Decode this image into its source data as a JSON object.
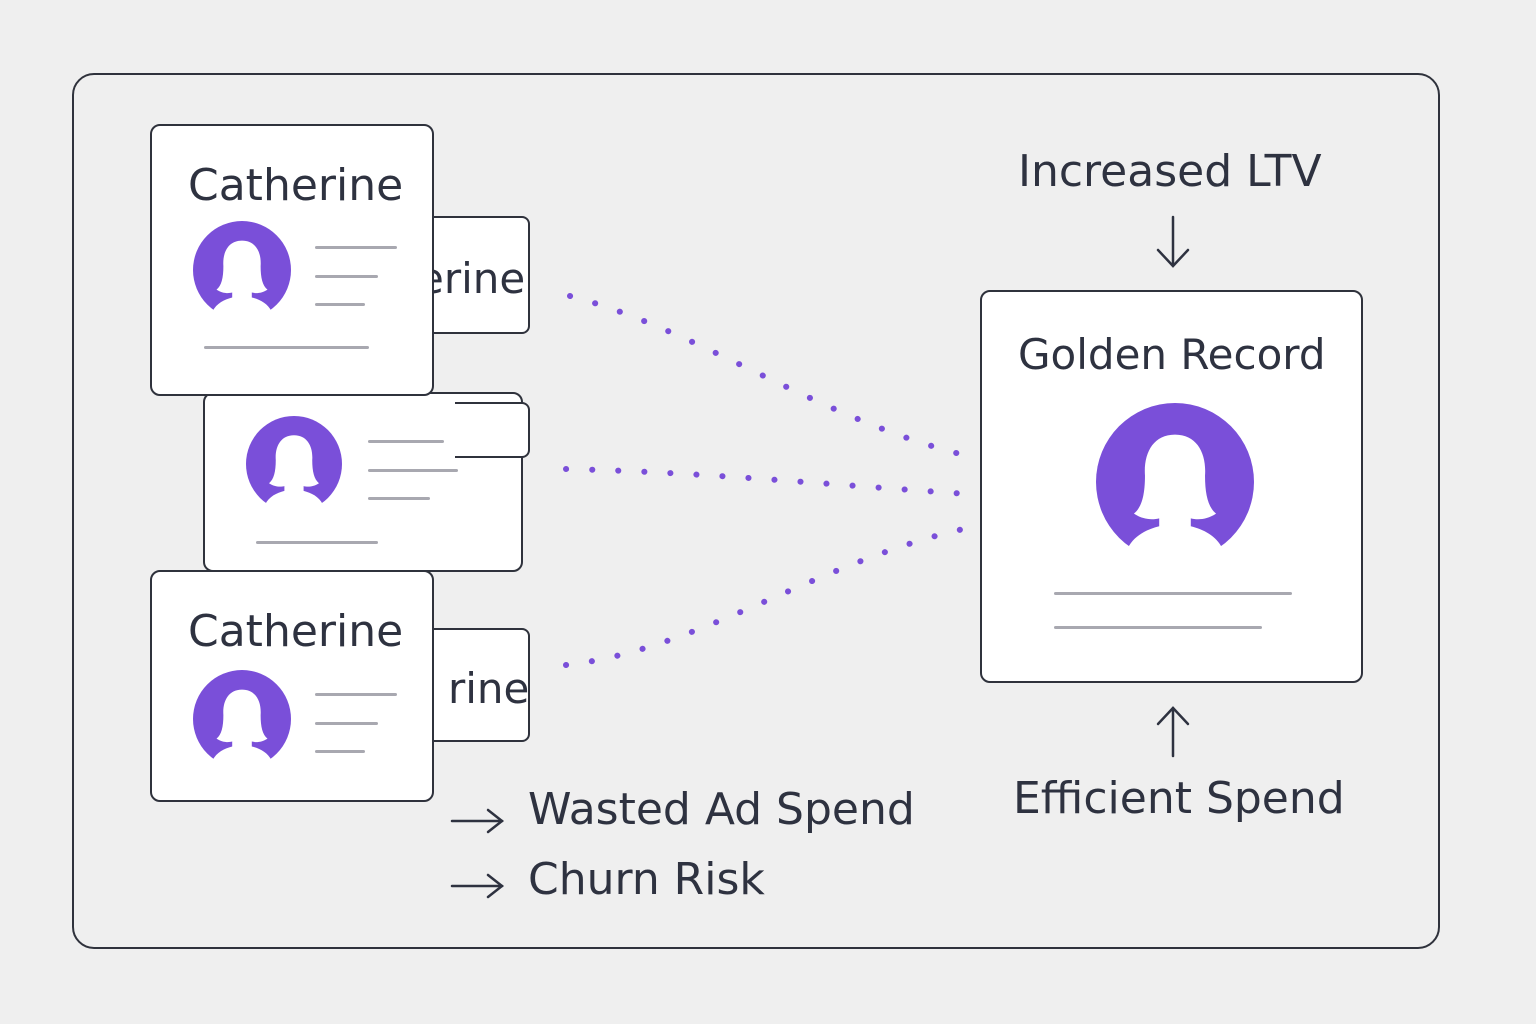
{
  "colors": {
    "accent": "#7a4fd9",
    "ink": "#2e3240",
    "line": "#a8a8b0"
  },
  "duplicates": {
    "card_top_name": "Catherine",
    "card_back_top_partial": "erine",
    "card_bottom_name": "Catherine",
    "card_back_bottom_partial": "rine"
  },
  "golden": {
    "title": "Golden Record",
    "top_label": "Increased LTV",
    "bottom_label": "Efficient Spend"
  },
  "consequences": [
    {
      "label": "Wasted Ad Spend",
      "icon": "arrow-right-icon"
    },
    {
      "label": "Churn Risk",
      "icon": "arrow-right-icon"
    }
  ],
  "icons": {
    "avatar": "user-avatar-icon",
    "down": "arrow-down-icon",
    "up": "arrow-up-icon"
  }
}
